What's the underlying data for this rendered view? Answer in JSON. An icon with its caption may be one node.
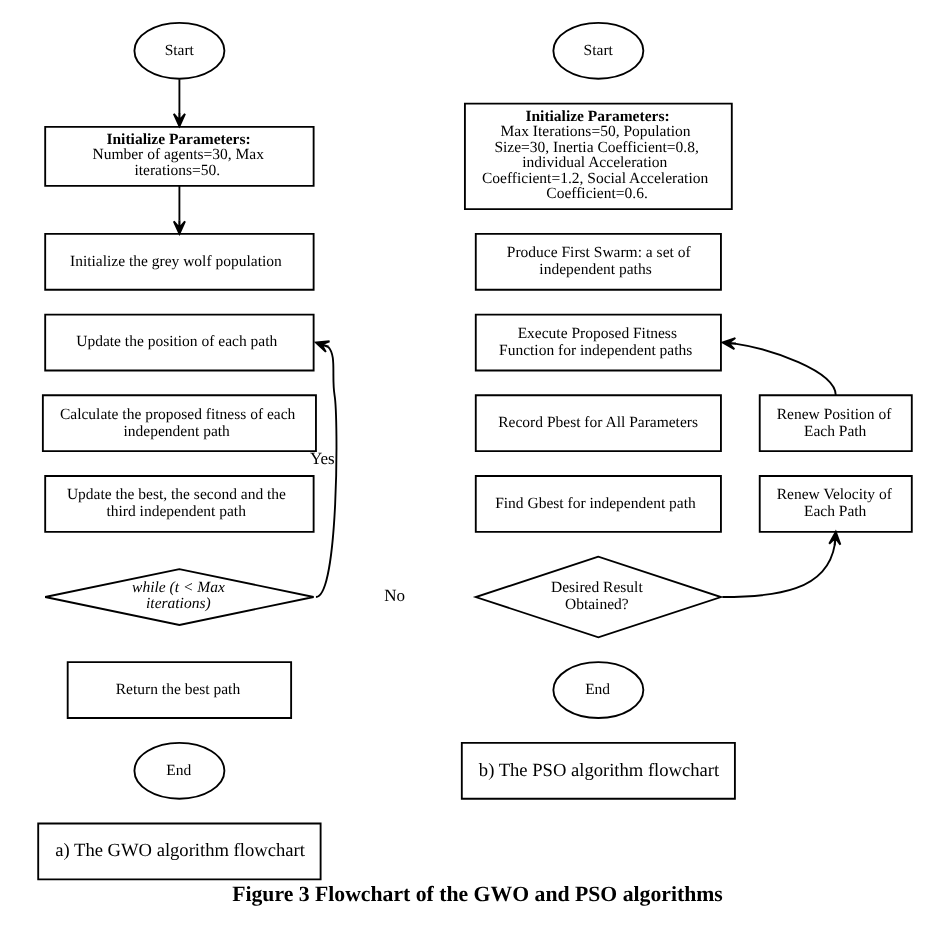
{
  "diagram": {
    "caption": "Figure 3 Flowchart of the GWO and PSO algorithms",
    "nodes": [
      {
        "text": [
          "Start"
        ]
      },
      {
        "text": [
          "Initialize Parameters:",
          "Number of agents=30, Max iterations=50."
        ]
      },
      {
        "text": [
          "Initialize the grey wolf population"
        ]
      },
      {
        "text": [
          "Update the position of each path"
        ]
      },
      {
        "text": [
          "Calculate the proposed fitness of each independent path"
        ]
      },
      {
        "text": [
          "Update the best, the second and the third independent path"
        ]
      },
      {
        "text": [
          "while (t < Max iterations)"
        ]
      },
      {
        "text": [
          "Return the best path"
        ]
      },
      {
        "text": [
          "End"
        ]
      },
      {
        "text": [
          "a) The GWO algorithm flowchart"
        ]
      },
      {
        "text": [
          "Start"
        ]
      },
      {
        "text": [
          "Initialize Parameters:",
          "Max Iterations=50, Population Size=30, Inertia Coefficient=0.8, individual Acceleration Coefficient=1.2, Social Acceleration Coefficient=0.6."
        ]
      },
      {
        "text": [
          "Produce First Swarm: a set of independent paths"
        ]
      },
      {
        "text": [
          "Execute Proposed Fitness Function for independent paths"
        ]
      },
      {
        "text": [
          "Record Pbest for All Parameters"
        ]
      },
      {
        "text": [
          "Find Gbest for independent path"
        ]
      },
      {
        "text": [
          "Desired Result Obtained?"
        ]
      },
      {
        "text": [
          "Renew Position of Each Path"
        ]
      },
      {
        "text": [
          "Renew Velocity of Each Path"
        ]
      },
      {
        "text": [
          "End"
        ]
      },
      {
        "text": [
          "b) The PSO algorithm flowchart"
        ]
      }
    ],
    "edges": [
      {
        "from": 0,
        "to": 1,
        "arrow": "to"
      },
      {
        "from": 1,
        "to": 2,
        "arrow": "to"
      },
      {
        "from": 6,
        "to": 3,
        "arrow": "to",
        "label": "Yes"
      },
      {
        "from": 16,
        "to": 18,
        "arrow": "to"
      },
      {
        "from": 17,
        "to": 13,
        "arrow": "to"
      }
    ],
    "labels": [
      "No"
    ]
  }
}
